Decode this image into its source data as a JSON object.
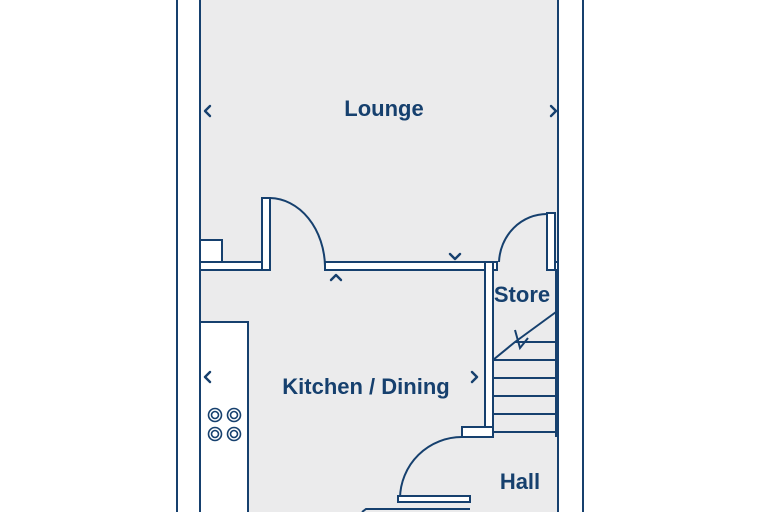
{
  "rooms": {
    "lounge": "Lounge",
    "store": "Store",
    "kitchen_dining": "Kitchen / Dining",
    "hall": "Hall"
  },
  "colors": {
    "wall": "#16406e",
    "floor": "#ebebec",
    "background": "#ffffff"
  },
  "icons": {
    "dimension_marker": "chevron-icon",
    "hob": "hob-burner-icon",
    "door": "door-swing-icon",
    "stairs": "staircase-icon"
  }
}
